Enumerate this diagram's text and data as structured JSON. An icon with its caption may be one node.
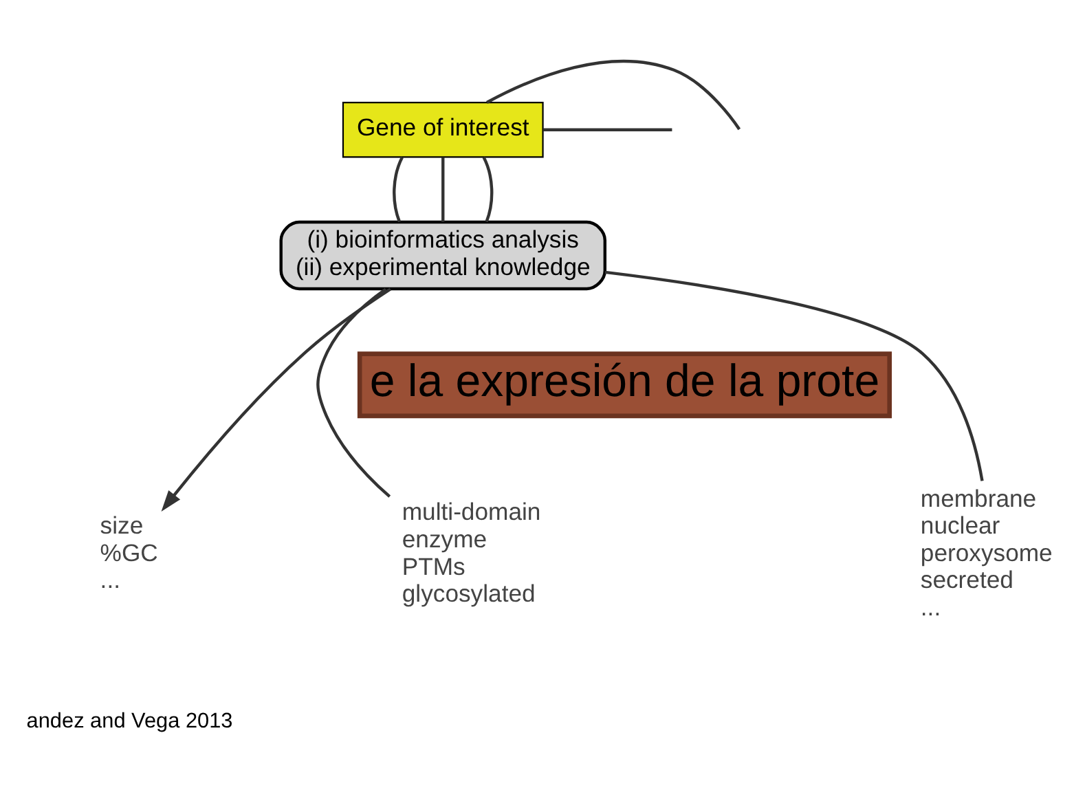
{
  "diagram": {
    "nodes": [
      {
        "text": [
          "Gene of interest"
        ]
      },
      {
        "text": [
          "(i) bioinformatics analysis",
          "(ii) experimental knowledge"
        ]
      },
      {
        "text": [
          "size",
          "%GC",
          "..."
        ]
      },
      {
        "text": [
          "multi-domain",
          "enzyme",
          "PTMs",
          "glycosylated"
        ]
      },
      {
        "text": [
          "membrane",
          "nuclear",
          "peroxysome",
          "secreted",
          "..."
        ]
      },
      {
        "text": [
          "e la expresión de la prote"
        ]
      }
    ],
    "edges": [
      {
        "from": null,
        "to": 0,
        "arrow": "none"
      },
      {
        "from": 0,
        "to": null,
        "arrow": "none"
      },
      {
        "from": 0,
        "to": 1,
        "arrow": "none"
      },
      {
        "from": 0,
        "to": 1,
        "arrow": "none"
      },
      {
        "from": 0,
        "to": 1,
        "arrow": "none"
      },
      {
        "from": 1,
        "to": 2,
        "arrow": "to"
      },
      {
        "from": 1,
        "to": 3,
        "arrow": "none"
      },
      {
        "from": 1,
        "to": 4,
        "arrow": "none"
      }
    ],
    "labels": [
      "andez and Vega 2013"
    ]
  }
}
